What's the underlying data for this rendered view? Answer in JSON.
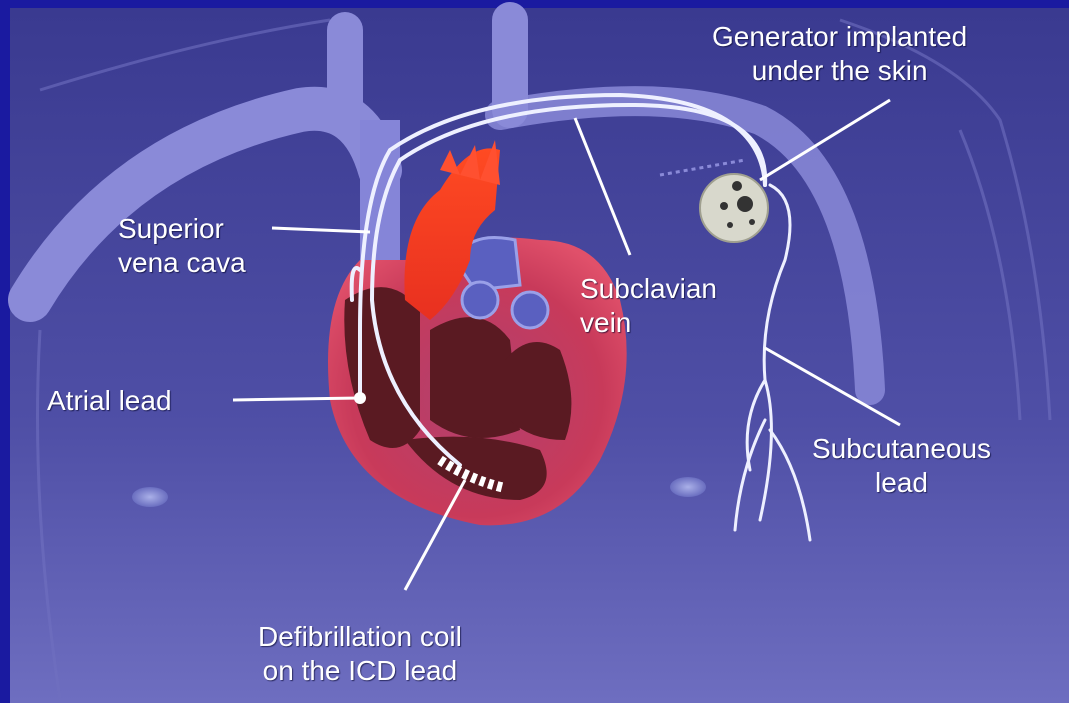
{
  "labels": {
    "generator": {
      "line1": "Generator implanted",
      "line2": "under the skin"
    },
    "svc": {
      "line1": "Superior",
      "line2": "vena cava"
    },
    "subclavian": {
      "line1": "Subclavian",
      "line2": "vein"
    },
    "atrial_lead": "Atrial lead",
    "subcutaneous": {
      "line1": "Subcutaneous",
      "line2": "lead"
    },
    "coil": {
      "line1": "Defibrillation coil",
      "line2": "on the ICD lead"
    }
  },
  "colors": {
    "frame_blue": "#1a1a8c",
    "panel_top": "#3c3c92",
    "panel_bottom": "#6a6ab8",
    "vessel": "#8a8ad8",
    "heart_dark": "#5a1a22",
    "heart_outer": "#d03a5a",
    "aorta_red": "#ee3a22",
    "lead_white": "#f2f2ff",
    "device": "#d8d8cc"
  },
  "icons": [
    "generator-device-icon",
    "heart-illustration",
    "defibrillation-coil-icon"
  ]
}
